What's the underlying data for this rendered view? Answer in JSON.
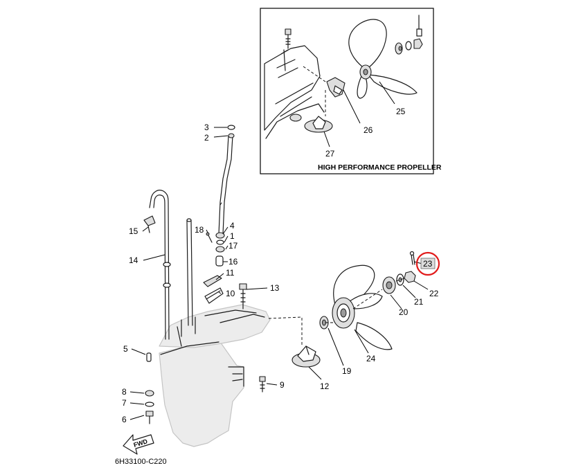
{
  "inset": {
    "title": "HIGH PERFORMANCE PROPELLER"
  },
  "diagram_code": "6H33100-C220",
  "fwd_label": "FWD",
  "highlight": {
    "part": "23",
    "color": "#e11b1b"
  },
  "callouts": [
    {
      "id": "1",
      "label": "1"
    },
    {
      "id": "2",
      "label": "2"
    },
    {
      "id": "3",
      "label": "3"
    },
    {
      "id": "4",
      "label": "4"
    },
    {
      "id": "5",
      "label": "5"
    },
    {
      "id": "6",
      "label": "6"
    },
    {
      "id": "7",
      "label": "7"
    },
    {
      "id": "8",
      "label": "8"
    },
    {
      "id": "9",
      "label": "9"
    },
    {
      "id": "10",
      "label": "10"
    },
    {
      "id": "11",
      "label": "11"
    },
    {
      "id": "12",
      "label": "12"
    },
    {
      "id": "13",
      "label": "13"
    },
    {
      "id": "14",
      "label": "14"
    },
    {
      "id": "15",
      "label": "15"
    },
    {
      "id": "16",
      "label": "16"
    },
    {
      "id": "17",
      "label": "17"
    },
    {
      "id": "18",
      "label": "18"
    },
    {
      "id": "19",
      "label": "19"
    },
    {
      "id": "20",
      "label": "20"
    },
    {
      "id": "21",
      "label": "21"
    },
    {
      "id": "22",
      "label": "22"
    },
    {
      "id": "23",
      "label": "23"
    },
    {
      "id": "24",
      "label": "24"
    },
    {
      "id": "25",
      "label": "25"
    },
    {
      "id": "26",
      "label": "26"
    },
    {
      "id": "27",
      "label": "27"
    }
  ]
}
